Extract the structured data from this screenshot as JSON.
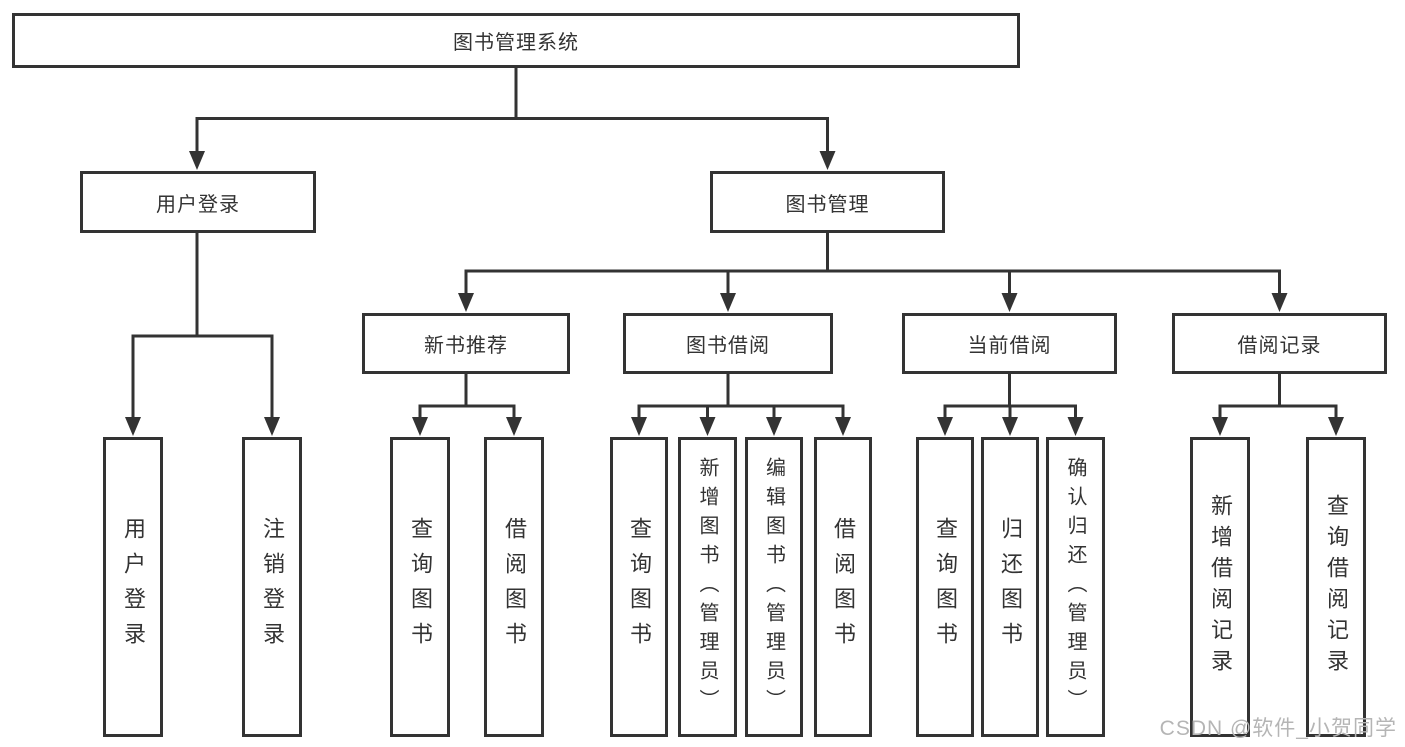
{
  "tree": {
    "root": {
      "label": "图书管理系统"
    },
    "user": {
      "label": "用户登录",
      "children": [
        "用户登录",
        "注销登录"
      ]
    },
    "management": {
      "label": "图书管理",
      "groups": [
        {
          "label": "新书推荐",
          "children": [
            "查询图书",
            "借阅图书"
          ]
        },
        {
          "label": "图书借阅",
          "children": [
            "查询图书",
            "新增图书（管理员）",
            "编辑图书（管理员）",
            "借阅图书"
          ]
        },
        {
          "label": "当前借阅",
          "children": [
            "查询图书",
            "归还图书",
            "确认归还（管理员）"
          ]
        },
        {
          "label": "借阅记录",
          "children": [
            "新增借阅记录",
            "查询借阅记录"
          ]
        }
      ]
    }
  },
  "watermark": "CSDN @软件_小贺同学",
  "colors": {
    "line": "#333333",
    "text": "#333333",
    "watermark": "#b5b5b5",
    "background": "#ffffff"
  }
}
